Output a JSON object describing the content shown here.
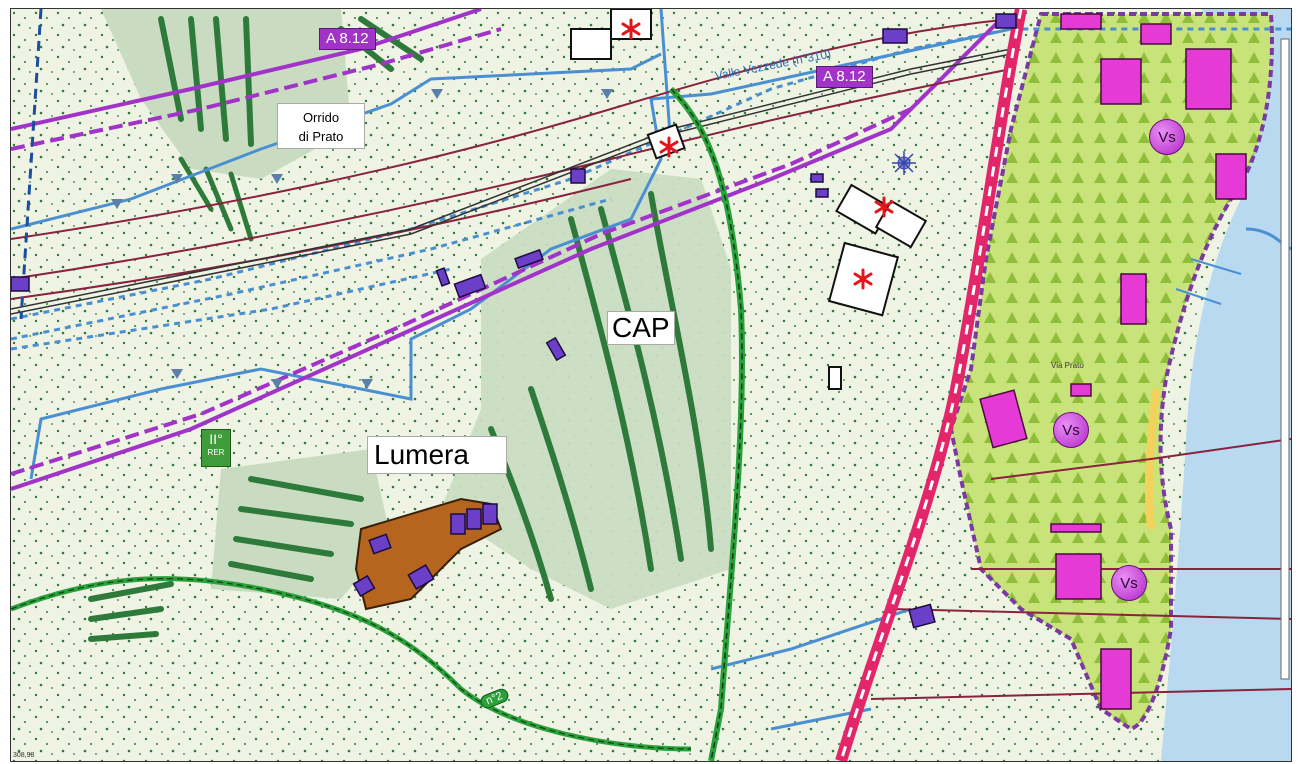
{
  "map": {
    "labels": {
      "orrido": "Orrido\ndi Prato",
      "cap": "CAP",
      "lumera": "Lumera",
      "road_name": "Valle Vezzede (n°310)",
      "route_number": "n°2",
      "street": "Via Prato",
      "scale_text": "308,98"
    },
    "codes": [
      "A 8.12",
      "A 8.12"
    ],
    "vs_markers": [
      "Vs",
      "Vs",
      "Vs"
    ],
    "rer": {
      "level": "II°",
      "sub": "RER"
    },
    "colors": {
      "background": "#eef3e4",
      "forest_band": "#2e7a3a",
      "forest_area": "#c9dcc1",
      "lake": "#b9d9f1",
      "vs_area": "#c8e37a",
      "border_purple": "#a233c9",
      "road_red": "#e3266a",
      "river_blue": "#4b8fd3",
      "building_purple": "#6b3fc8",
      "building_magenta": "#e53ad6",
      "farm_brown": "#b5651d",
      "trail_green": "#2aa13a",
      "star_red": "#e3141a"
    },
    "icons": [
      "red-asterisk-icon",
      "blue-star-icon",
      "triangle-marker-icon"
    ]
  }
}
